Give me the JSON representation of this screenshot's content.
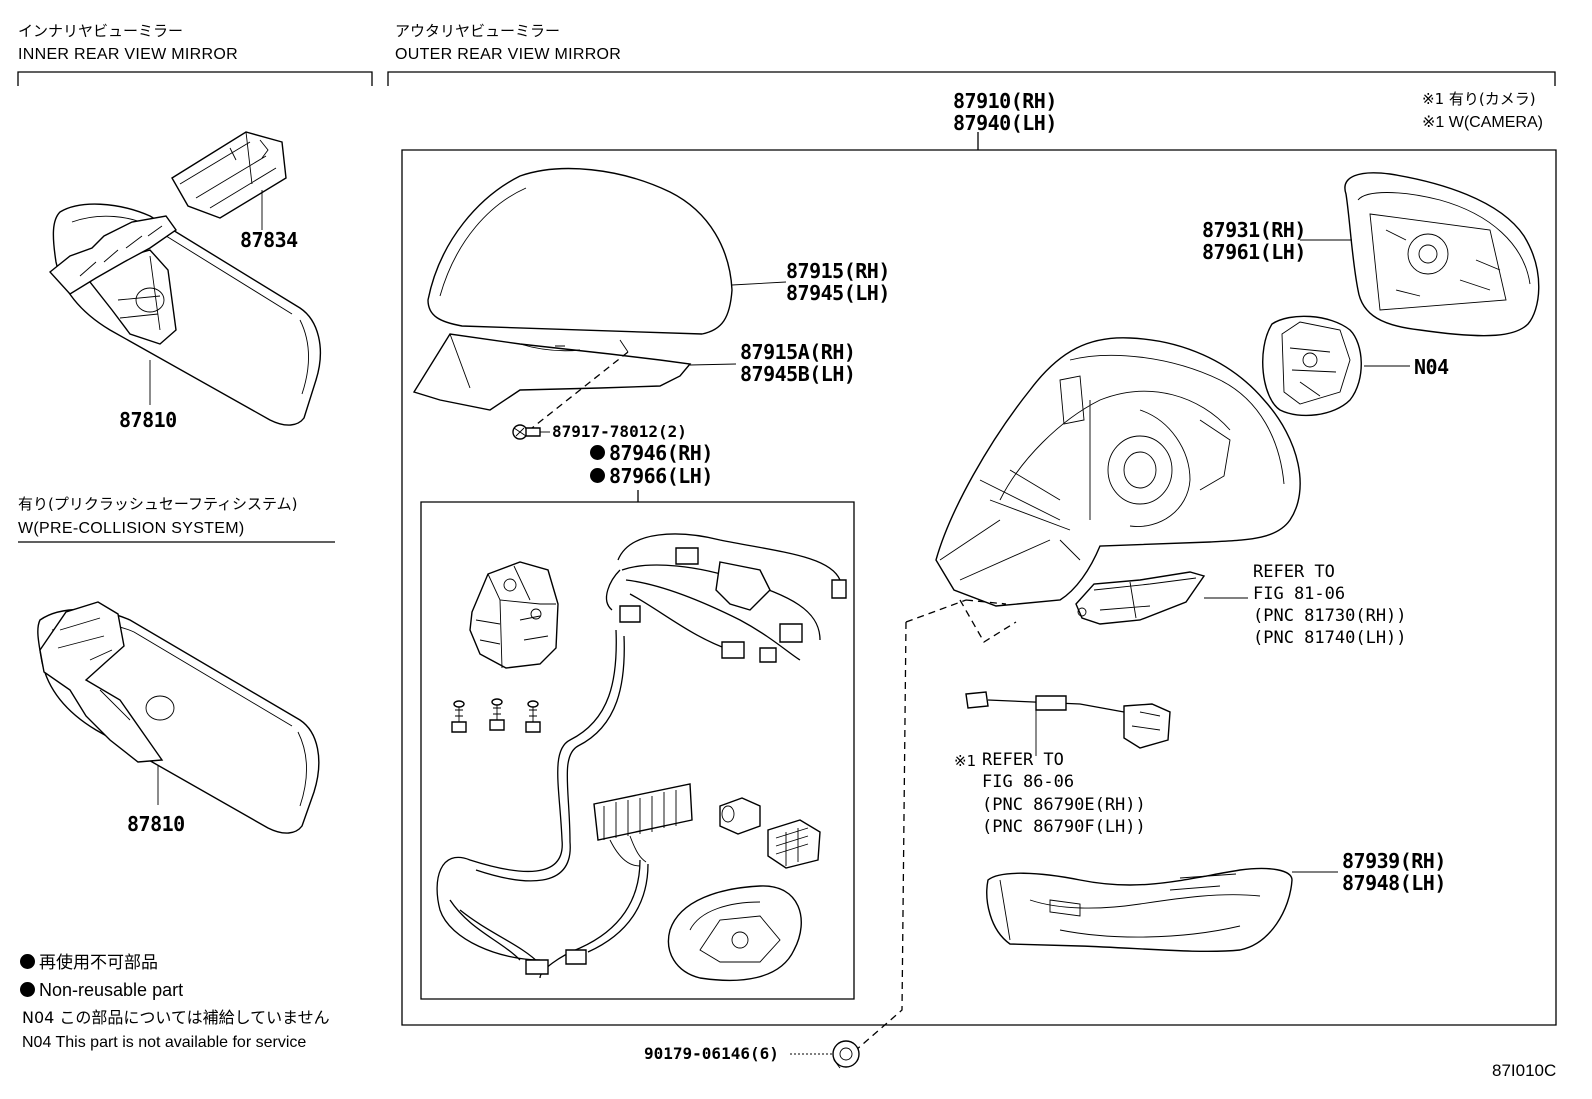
{
  "headers": {
    "inner_jp": "インナリヤビューミラー",
    "inner_en": "INNER REAR VIEW MIRROR",
    "outer_jp": "アウタリヤビューミラー",
    "outer_en": "OUTER REAR VIEW MIRROR",
    "pcs_jp": "有り(プリクラッシュセーフティシステム)",
    "pcs_en": "W(PRE-COLLISION SYSTEM)"
  },
  "camera_note": {
    "jp": "※1 有り(カメラ)",
    "en": "※1 W(CAMERA)"
  },
  "parts": {
    "p87834": "87834",
    "p87810a": "87810",
    "p87810b": "87810",
    "p87910": "87910(RH)",
    "p87940": "87940(LH)",
    "p87915": "87915(RH)",
    "p87945": "87945(LH)",
    "p87915a": "87915A(RH)",
    "p87945b": "87945B(LH)",
    "p87917": "87917-78012(2)",
    "p87946": "87946(RH)",
    "p87966": "87966(LH)",
    "p87931": "87931(RH)",
    "p87961": "87961(LH)",
    "n04": "N04",
    "p87939": "87939(RH)",
    "p87948": "87948(LH)",
    "p90179": "90179-06146(6)"
  },
  "refs": {
    "r1_line1": "REFER TO",
    "r1_line2": "FIG 81-06",
    "r1_line3": "(PNC 81730(RH))",
    "r1_line4": "(PNC 81740(LH))",
    "r2_mark": "※1",
    "r2_line1": "REFER TO",
    "r2_line2": "FIG 86-06",
    "r2_line3": "(PNC 86790E(RH))",
    "r2_line4": "(PNC 86790F(LH))"
  },
  "legend": {
    "l1": "再使用不可部品",
    "l2": "Non-reusable part",
    "l3": "N04 この部品については補給していません",
    "l4": "N04 This part is not available for service"
  },
  "figure_code": "87I010C"
}
